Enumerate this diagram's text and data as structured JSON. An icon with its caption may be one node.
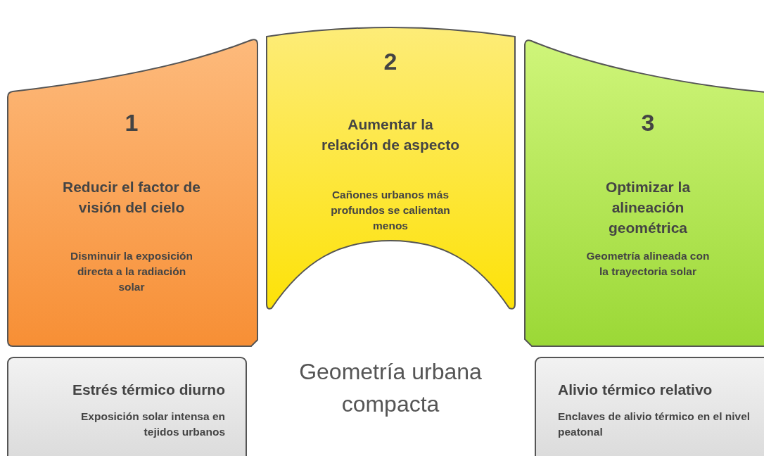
{
  "diagram": {
    "nodes": [
      {
        "text": [
          "1",
          "Reducir el factor de visión del cielo",
          "Disminuir la exposición directa a la radiación solar"
        ]
      },
      {
        "text": [
          "2",
          "Aumentar la relación de aspecto",
          "Cañones urbanos más profundos se calientan menos"
        ]
      },
      {
        "text": [
          "3",
          "Optimizar la alineación geométrica",
          "Geometría alineada con la trayectoria solar"
        ]
      },
      {
        "text": [
          "Estrés térmico diurno",
          "Exposición solar intensa en tejidos urbanos"
        ]
      },
      {
        "text": [
          "Alivio térmico relativo",
          "Enclaves de alivio térmico en el nivel peatonal"
        ]
      }
    ],
    "labels": [
      "Geometría urbana compacta"
    ]
  }
}
